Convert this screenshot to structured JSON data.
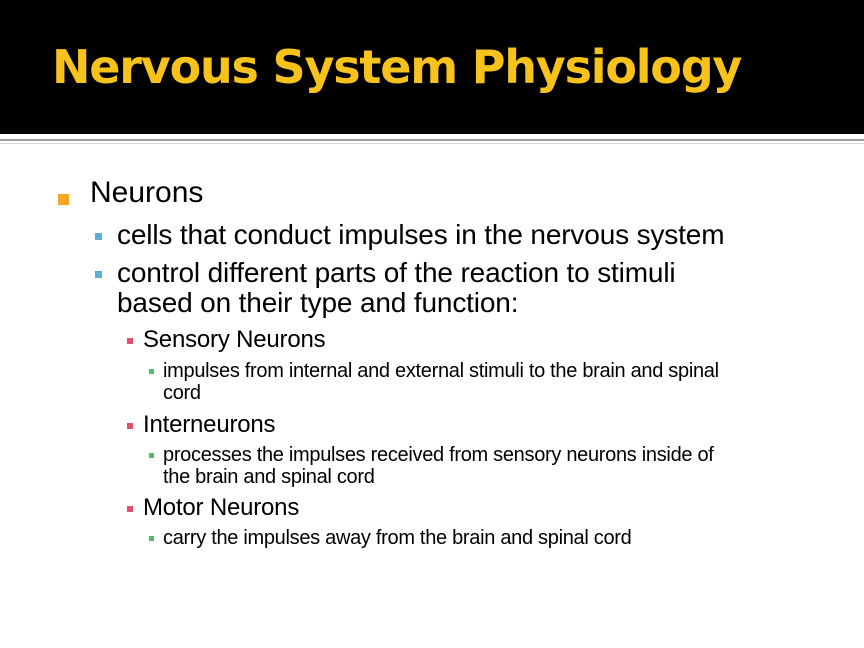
{
  "slide": {
    "title": "Nervous System Physiology",
    "colors": {
      "title_bar": "#000000",
      "title_text": "#f7c21b",
      "bullet_level1": "#f5a623",
      "bullet_level2": "#5aaed0",
      "bullet_level3": "#e2506a",
      "bullet_level4": "#55b86b"
    },
    "bullets": {
      "neurons": "Neurons",
      "def": "cells that conduct impulses in the nervous system",
      "control_line1": "control different parts of the reaction to stimuli",
      "control_line2": "based on their type and function:",
      "sensory": "Sensory Neurons",
      "sensory_desc_line1": "impulses from internal and external stimuli to the brain and spinal",
      "sensory_desc_line2": "cord",
      "inter": "Interneurons",
      "inter_desc_line1": "processes the impulses received from sensory neurons inside of",
      "inter_desc_line2": "the brain and spinal cord",
      "motor": "Motor Neurons",
      "motor_desc": "carry the impulses away from the brain and spinal cord"
    }
  }
}
